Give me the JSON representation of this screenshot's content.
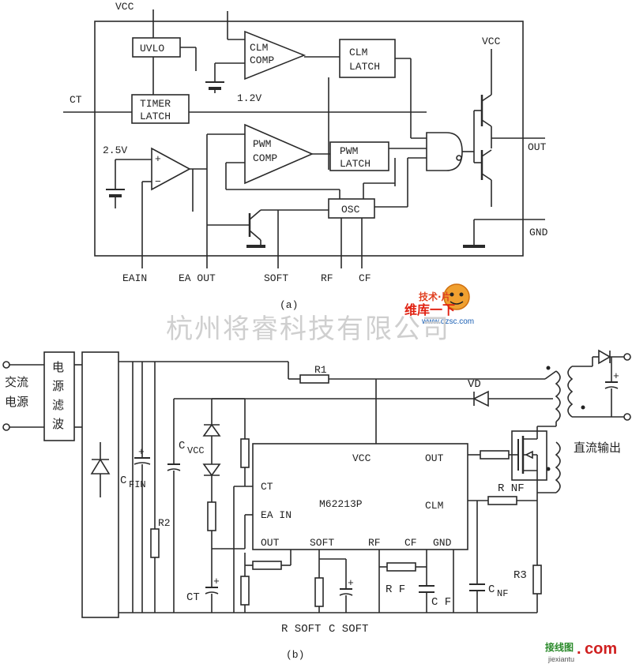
{
  "diagram_a": {
    "caption": "(a)",
    "blocks": {
      "uvlo": "UVLO",
      "timer_latch": [
        "TIMER",
        "LATCH"
      ],
      "clm_comp": [
        "CLM",
        "COMP"
      ],
      "clm_latch": [
        "CLM",
        "LATCH"
      ],
      "pwm_comp": [
        "PWM",
        "COMP"
      ],
      "pwm_latch": [
        "PWM",
        "LATCH"
      ],
      "osc": "OSC"
    },
    "labels": {
      "vcc_top": "VCC",
      "vcc_right": "VCC",
      "ct": "CT",
      "ref_1v2": "1.2V",
      "ref_2v5": "2.5V",
      "plus": "+",
      "minus": "−",
      "out": "OUT",
      "gnd": "GND"
    },
    "pins": [
      "EAIN",
      "EA OUT",
      "SOFT",
      "RF",
      "CF"
    ]
  },
  "watermark": "杭州将睿科技有限公司",
  "logo": {
    "top": "技术·片",
    "main": "维库一下",
    "url": "www.dzsc.com"
  },
  "diagram_b": {
    "caption": "(b)",
    "left_label": [
      "交流",
      "电源"
    ],
    "filter_label": [
      "电",
      "源",
      "滤",
      "波"
    ],
    "chip": {
      "name": "M62213P",
      "pin_vcc": "VCC",
      "pin_out": "OUT",
      "pin_ct": "CT",
      "pin_eain": "EA IN",
      "pin_clm": "CLM",
      "pin_out_b": "OUT",
      "pin_soft": "SOFT",
      "pin_rf": "RF",
      "pin_cf": "CF",
      "pin_gnd": "GND"
    },
    "components": {
      "r1": "R1",
      "vd": "VD",
      "cfin": "C",
      "cfin_sub": "FIN",
      "cvcc": "C",
      "cvcc_sub": "VCC",
      "r2": "R2",
      "ct": "CT",
      "rnf": "R NF",
      "r3": "R3",
      "rf": "R F",
      "cf": "C F",
      "cnf": "C",
      "cnf_sub": "NF",
      "rsoft": "R SOFT",
      "csoft": "C SOFT"
    },
    "dc_output": "直流输出"
  },
  "site_badge": {
    "cn": "接线图",
    "dot": ".",
    "com": "com",
    "sub": "jiexiantu"
  }
}
